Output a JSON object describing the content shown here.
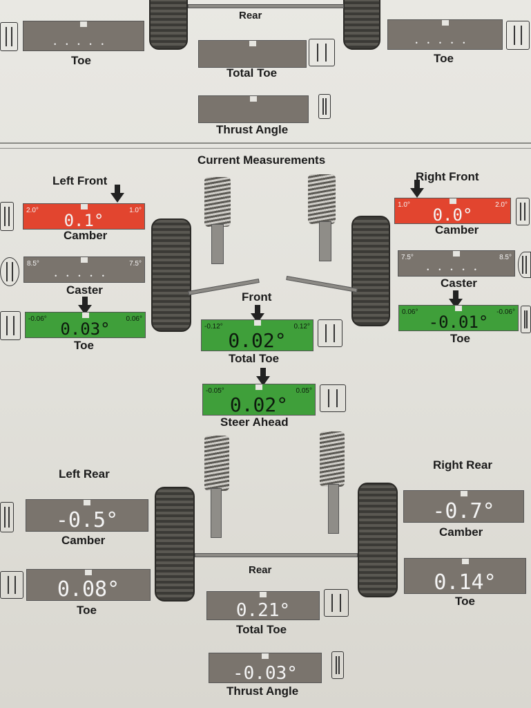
{
  "top_section": {
    "rear_label": "Rear",
    "left_toe_label": "Toe",
    "right_toe_label": "Toe",
    "total_toe_label": "Total Toe",
    "thrust_angle_label": "Thrust Angle"
  },
  "middle_section": {
    "heading": "Current Measurements",
    "front_label": "Front",
    "left_front": {
      "title": "Left Front",
      "camber": {
        "label": "Camber",
        "value": "0.1°",
        "min": "2.0°",
        "max": "1.0°",
        "status": "red"
      },
      "caster": {
        "label": "Caster",
        "min": "8.5°",
        "max": "7.5°",
        "status": "gray"
      },
      "toe": {
        "label": "Toe",
        "value": "0.03°",
        "min": "-0.06°",
        "max": "0.06°",
        "status": "green"
      }
    },
    "right_front": {
      "title": "Right Front",
      "camber": {
        "label": "Camber",
        "value": "0.0°",
        "min": "1.0°",
        "max": "2.0°",
        "status": "red"
      },
      "caster": {
        "label": "Caster",
        "min": "7.5°",
        "max": "8.5°",
        "status": "gray"
      },
      "toe": {
        "label": "Toe",
        "value": "-0.01°",
        "min": "0.06°",
        "max": "-0.06°",
        "status": "green"
      }
    },
    "total_toe": {
      "label": "Total Toe",
      "value": "0.02°",
      "min": "-0.12°",
      "max": "0.12°",
      "status": "green"
    },
    "steer_ahead": {
      "label": "Steer Ahead",
      "value": "0.02°",
      "min": "-0.05°",
      "max": "0.05°",
      "status": "green"
    }
  },
  "bottom_section": {
    "rear_label": "Rear",
    "left_rear": {
      "title": "Left Rear",
      "camber": {
        "label": "Camber",
        "value": "-0.5°"
      },
      "toe": {
        "label": "Toe",
        "value": "0.08°"
      }
    },
    "right_rear": {
      "title": "Right Rear",
      "camber": {
        "label": "Camber",
        "value": "-0.7°"
      },
      "toe": {
        "label": "Toe",
        "value": "0.14°"
      }
    },
    "total_toe": {
      "label": "Total Toe",
      "value": "0.21°"
    },
    "thrust_angle": {
      "label": "Thrust Angle",
      "value": "-0.03°"
    }
  },
  "colors": {
    "red": "#e2452f",
    "green": "#3f9f3a",
    "gray": "#7a746d"
  }
}
